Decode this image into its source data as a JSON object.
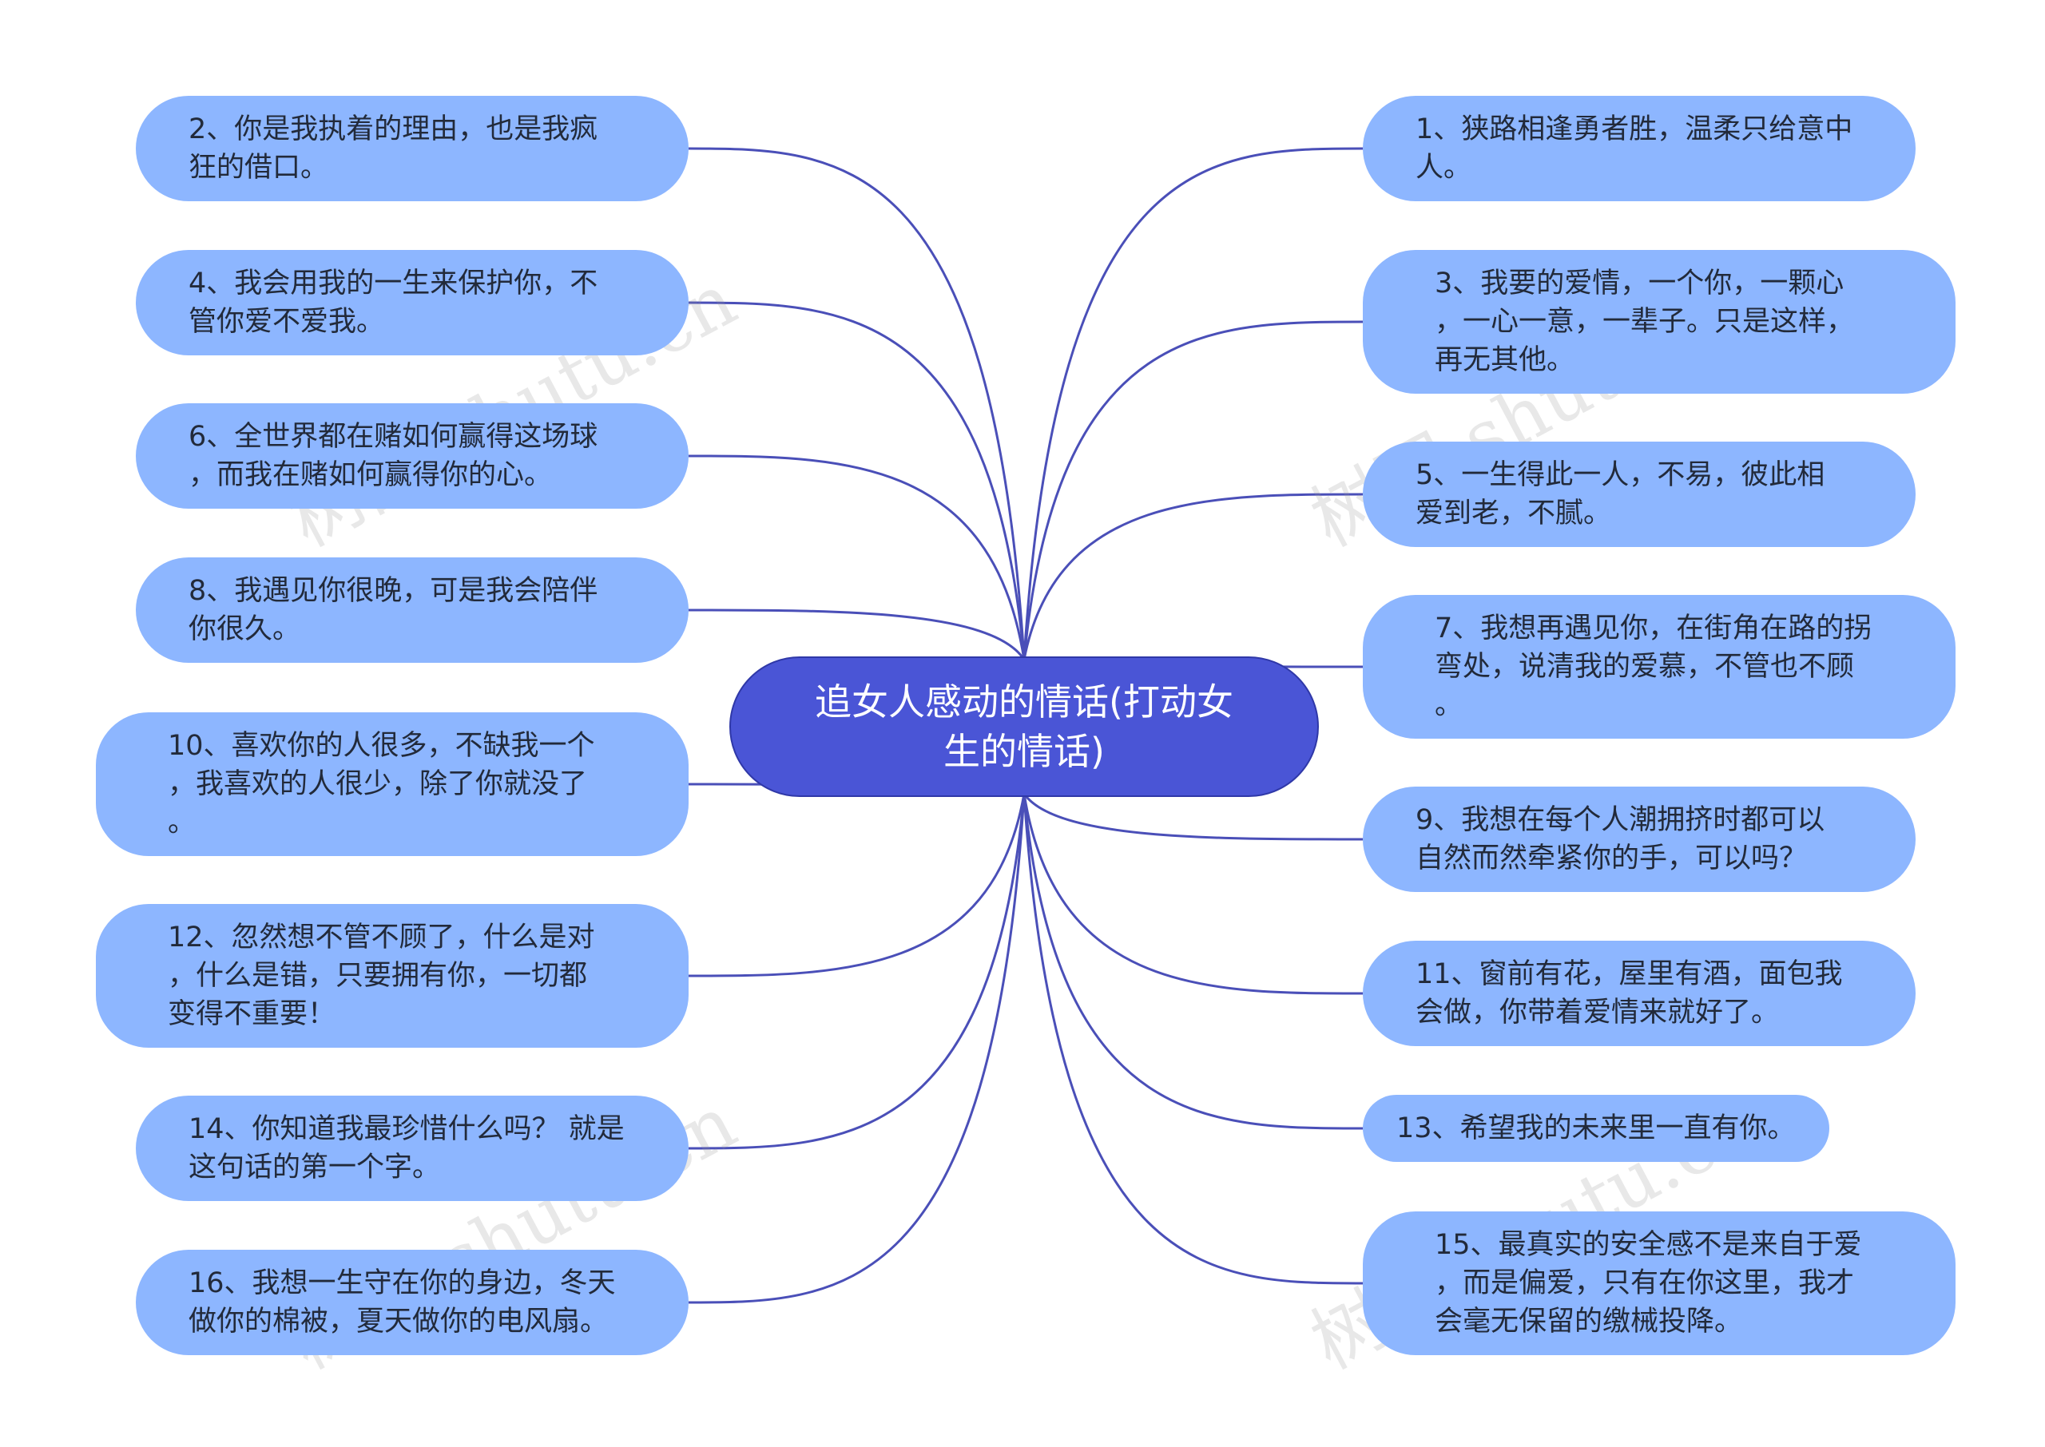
{
  "center": {
    "text": "追女人感动的情话(打动女\n生的情话)"
  },
  "left_nodes": [
    {
      "text": "2、你是我执着的理由，也是我疯\n狂的借口。"
    },
    {
      "text": "4、我会用我的一生来保护你，不\n管你爱不爱我。"
    },
    {
      "text": "6、全世界都在赌如何赢得这场球\n，而我在赌如何赢得你的心。"
    },
    {
      "text": "8、我遇见你很晚，可是我会陪伴\n你很久。"
    },
    {
      "text": "10、喜欢你的人很多，不缺我一个\n，我喜欢的人很少，除了你就没了\n。"
    },
    {
      "text": "12、忽然想不管不顾了，什么是对\n，什么是错，只要拥有你，一切都\n变得不重要！"
    },
    {
      "text": "14、你知道我最珍惜什么吗？ 就是\n这句话的第一个字。"
    },
    {
      "text": "16、我想一生守在你的身边，冬天\n做你的棉被，夏天做你的电风扇。"
    }
  ],
  "right_nodes": [
    {
      "text": "1、狭路相逢勇者胜，温柔只给意中\n人。"
    },
    {
      "text": "3、我要的爱情，一个你，一颗心\n，一心一意，一辈子。只是这样，\n再无其他。"
    },
    {
      "text": "5、一生得此一人，不易，彼此相\n爱到老，不腻。"
    },
    {
      "text": "7、我想再遇见你，在街角在路的拐\n弯处，说清我的爱慕，不管也不顾\n。"
    },
    {
      "text": "9、我想在每个人潮拥挤时都可以\n自然而然牵紧你的手，可以吗？"
    },
    {
      "text": "11、窗前有花，屋里有酒，面包我\n会做，你带着爱情来就好了。"
    },
    {
      "text": "13、希望我的未来里一直有你。"
    },
    {
      "text": "15、最真实的安全感不是来自于爱\n，而是偏爱，只有在你这里，我才\n会毫无保留的缴械投降。"
    }
  ],
  "watermark": "树图 shutu.cn",
  "colors": {
    "center": "#4a55d6",
    "node": "#8db6ff",
    "edge": "#4a4fb8"
  }
}
